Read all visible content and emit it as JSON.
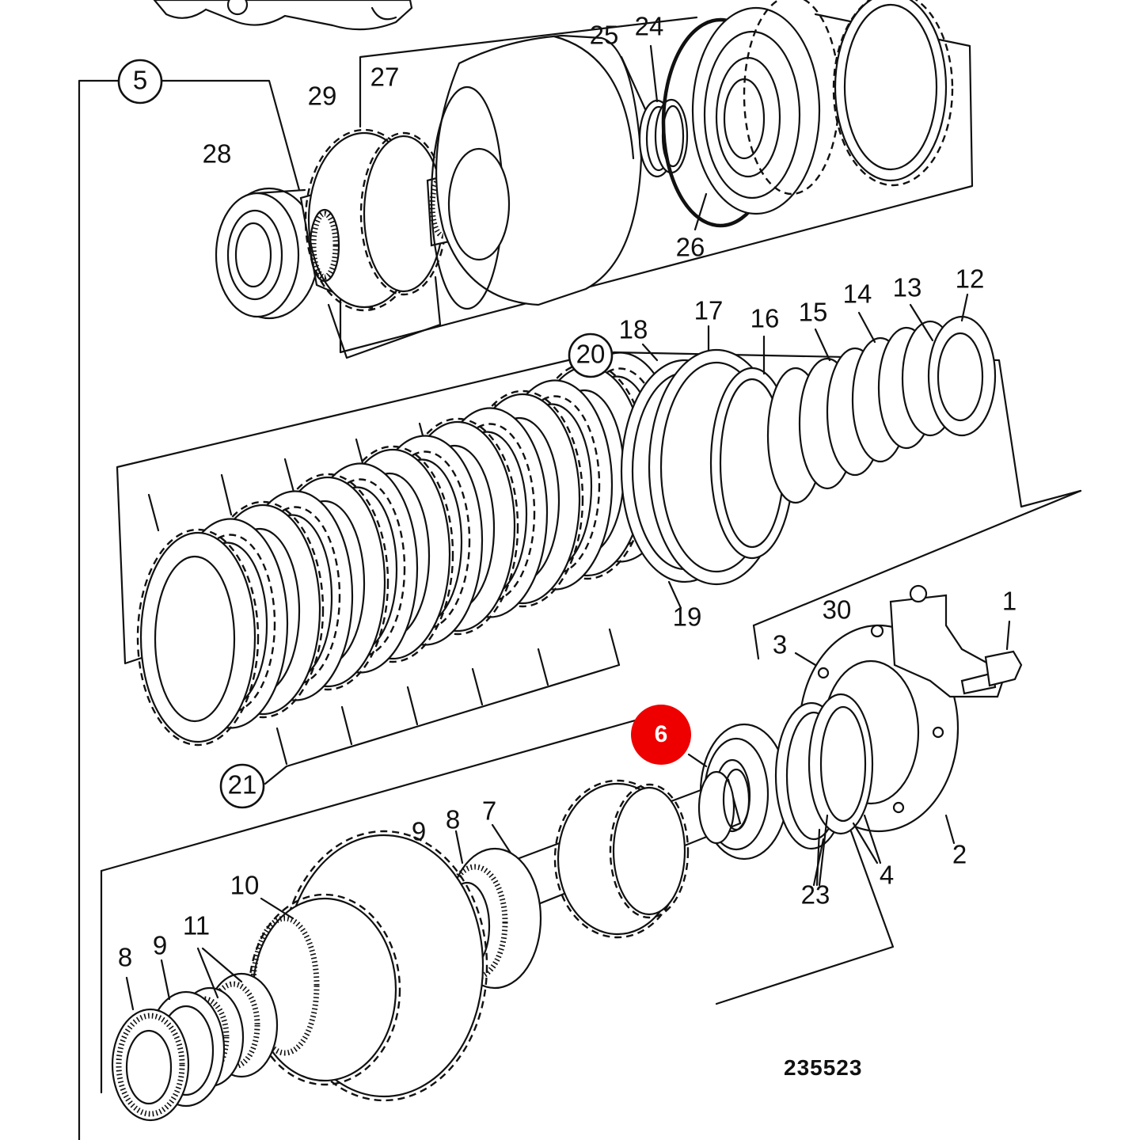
{
  "colors": {
    "line": "#111111",
    "background": "#ffffff",
    "highlight": "#ee0000"
  },
  "drawing_number": "235523",
  "group_labels": {
    "g5": "5",
    "g20": "20",
    "g21": "21"
  },
  "highlighted_label": "6",
  "labels": {
    "l1": "1",
    "l2": "2",
    "l3": "3",
    "l4": "4",
    "l7": "7",
    "l8a": "8",
    "l8b": "8",
    "l9a": "9",
    "l9b": "9",
    "l10": "10",
    "l11": "11",
    "l12": "12",
    "l13": "13",
    "l14": "14",
    "l15": "15",
    "l16": "16",
    "l17": "17",
    "l18": "18",
    "l19": "19",
    "l23": "23",
    "l24": "24",
    "l25": "25",
    "l26": "26",
    "l27": "27",
    "l28": "28",
    "l29": "29",
    "l30": "30"
  }
}
